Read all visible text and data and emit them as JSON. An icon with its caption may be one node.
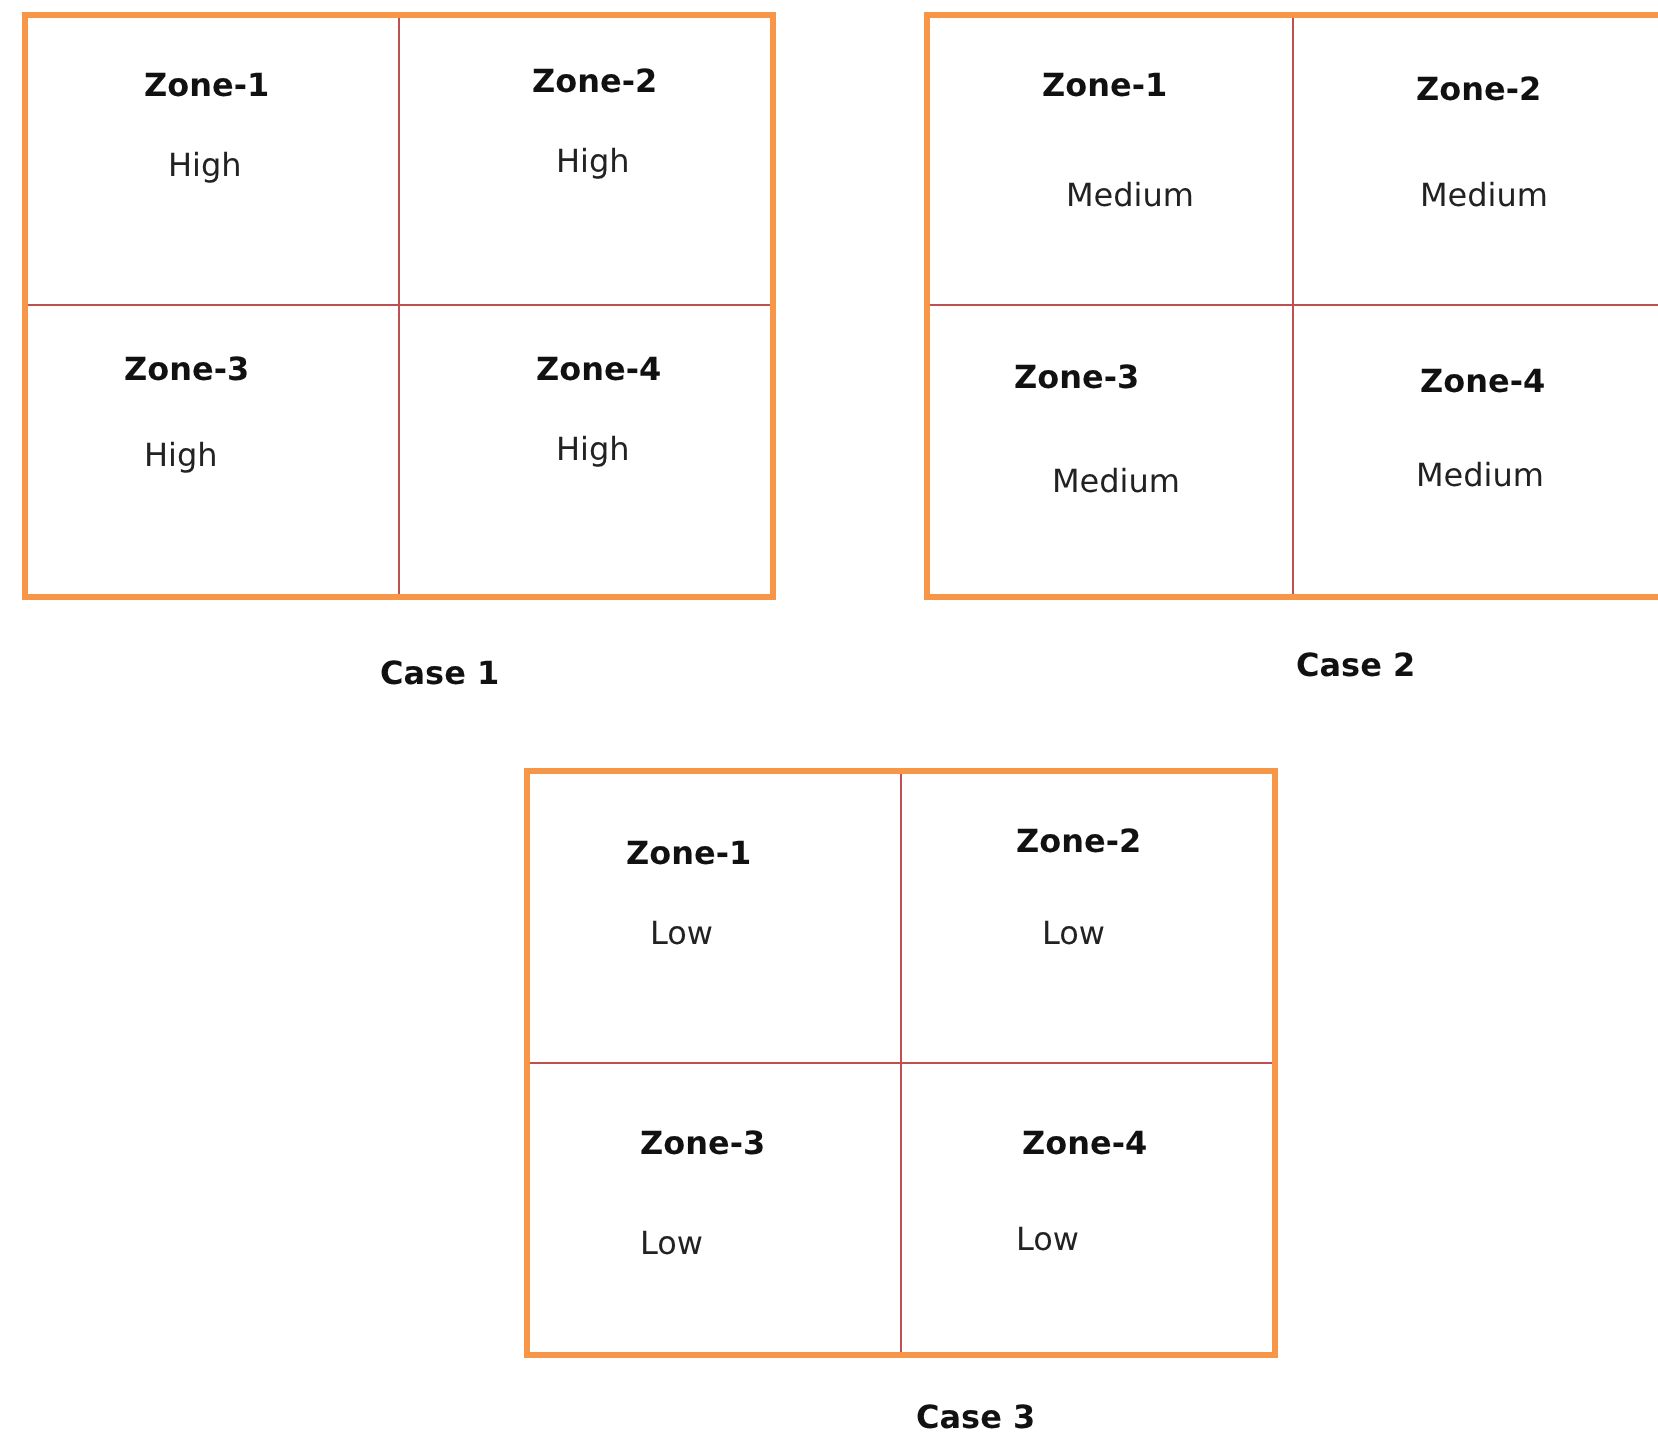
{
  "diagram": {
    "nodes": [
      {
        "text": [
          "Case 1"
        ]
      },
      {
        "text": [
          "Zone-1",
          "High"
        ],
        "in": 0
      },
      {
        "text": [
          "Zone-2",
          "High"
        ],
        "in": 0
      },
      {
        "text": [
          "Zone-3",
          "High"
        ],
        "in": 0
      },
      {
        "text": [
          "Zone-4",
          "High"
        ],
        "in": 0
      },
      {
        "text": [
          "Case 2"
        ]
      },
      {
        "text": [
          "Zone-1",
          "Medium"
        ],
        "in": 5
      },
      {
        "text": [
          "Zone-2",
          "Medium"
        ],
        "in": 5
      },
      {
        "text": [
          "Zone-3",
          "Medium"
        ],
        "in": 5
      },
      {
        "text": [
          "Zone-4",
          "Medium"
        ],
        "in": 5
      },
      {
        "text": [
          "Case 3"
        ]
      },
      {
        "text": [
          "Zone-1",
          "Low"
        ],
        "in": 10
      },
      {
        "text": [
          "Zone-2",
          "Low"
        ],
        "in": 10
      },
      {
        "text": [
          "Zone-3",
          "Low"
        ],
        "in": 10
      },
      {
        "text": [
          "Zone-4",
          "Low"
        ],
        "in": 10
      }
    ],
    "edges": []
  }
}
